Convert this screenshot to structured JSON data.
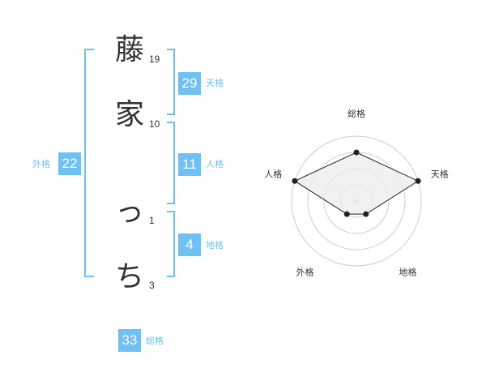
{
  "name": {
    "characters": [
      {
        "char": "藤",
        "strokes": "19"
      },
      {
        "char": "家",
        "strokes": "10"
      },
      {
        "char": "っ",
        "strokes": "1"
      },
      {
        "char": "ち",
        "strokes": "3"
      }
    ]
  },
  "scores": {
    "tenkaku": {
      "value": "29",
      "label": "天格"
    },
    "jinkaku": {
      "value": "11",
      "label": "人格"
    },
    "chikaku": {
      "value": "4",
      "label": "地格"
    },
    "gaikaku": {
      "value": "22",
      "label": "外格"
    },
    "soukaku": {
      "value": "33",
      "label": "総格"
    }
  },
  "colors": {
    "accent": "#6ec1f2",
    "text": "#333333",
    "radar_fill": "#eeeeee",
    "radar_ring": "#cccccc"
  },
  "chart_data": {
    "type": "radar",
    "axes": [
      "総格",
      "天格",
      "地格",
      "外格",
      "人格"
    ],
    "series": [
      {
        "values": [
          3,
          4,
          1,
          1,
          4
        ]
      }
    ],
    "rlim": [
      0,
      4
    ],
    "grid": true
  }
}
